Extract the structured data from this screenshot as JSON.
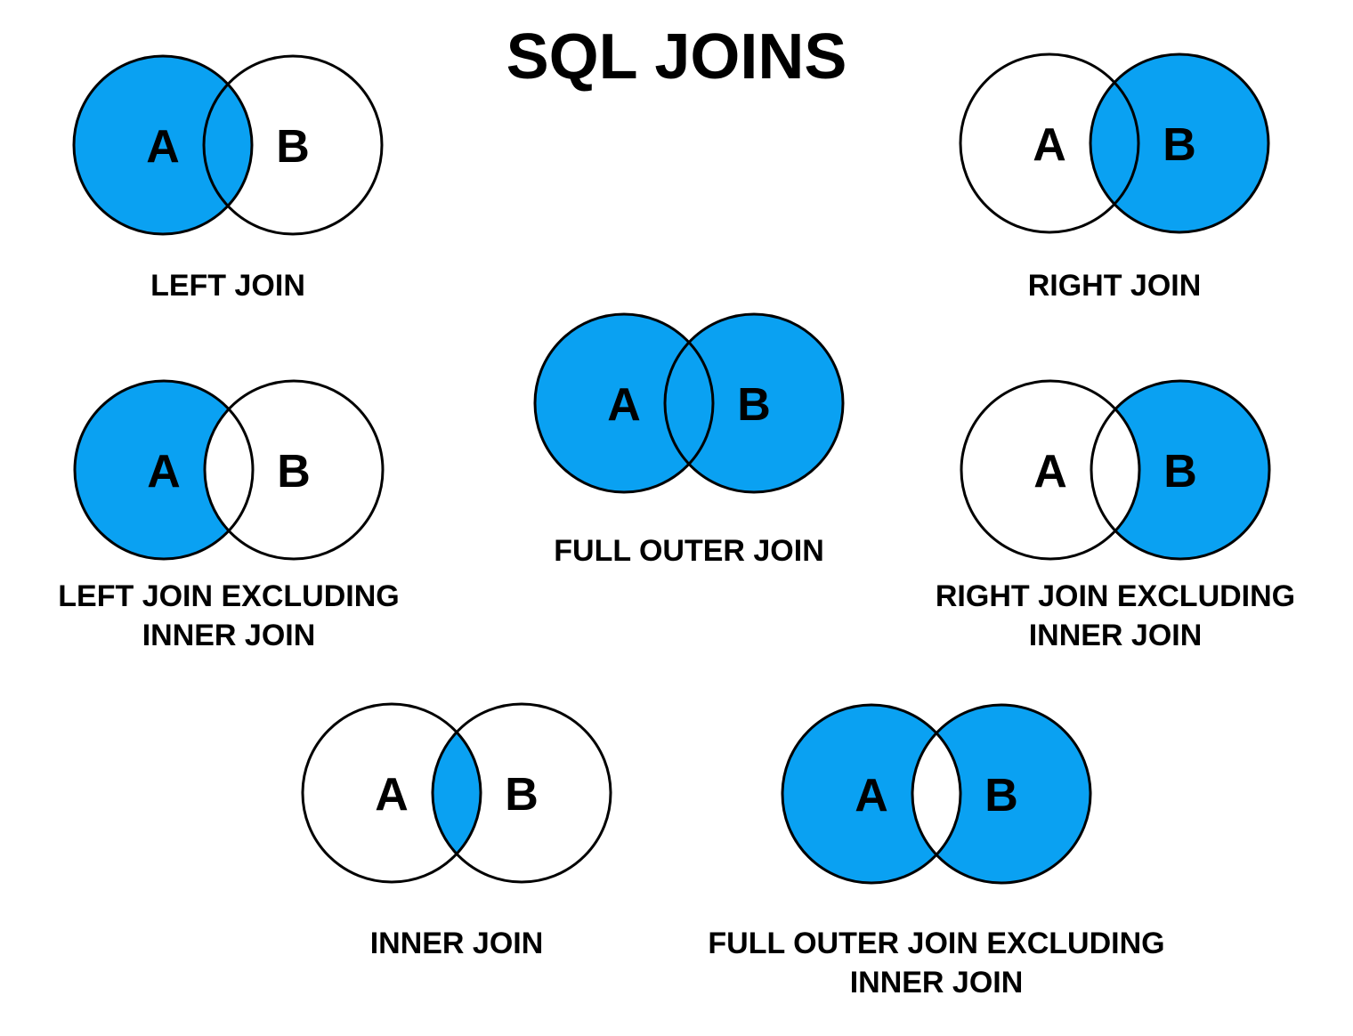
{
  "title": "SQL JOINS",
  "colors": {
    "background": "#FFFFFF",
    "fill": "#0AA1F2",
    "empty": "#FFFFFF",
    "stroke": "#000000",
    "text": "#000000"
  },
  "circle_labels": {
    "a": "A",
    "b": "B"
  },
  "joins": [
    {
      "name": "LEFT JOIN",
      "label_lines": [
        "LEFT JOIN"
      ],
      "regions": {
        "a": "filled",
        "b": "empty",
        "intersection": "filled"
      }
    },
    {
      "name": "RIGHT JOIN",
      "label_lines": [
        "RIGHT JOIN"
      ],
      "regions": {
        "a": "empty",
        "b": "filled",
        "intersection": "filled"
      }
    },
    {
      "name": "LEFT JOIN EXCLUDING INNER JOIN",
      "label_lines": [
        "LEFT JOIN EXCLUDING",
        "INNER JOIN"
      ],
      "regions": {
        "a": "filled",
        "b": "empty",
        "intersection": "empty"
      }
    },
    {
      "name": "FULL OUTER JOIN",
      "label_lines": [
        "FULL OUTER JOIN"
      ],
      "regions": {
        "a": "filled",
        "b": "filled",
        "intersection": "filled"
      }
    },
    {
      "name": "RIGHT JOIN EXCLUDING INNER JOIN",
      "label_lines": [
        "RIGHT JOIN EXCLUDING",
        "INNER JOIN"
      ],
      "regions": {
        "a": "empty",
        "b": "filled",
        "intersection": "empty"
      }
    },
    {
      "name": "INNER JOIN",
      "label_lines": [
        "INNER JOIN"
      ],
      "regions": {
        "a": "empty",
        "b": "empty",
        "intersection": "filled"
      }
    },
    {
      "name": "FULL OUTER JOIN EXCLUDING INNER JOIN",
      "label_lines": [
        "FULL OUTER JOIN EXCLUDING",
        "INNER JOIN"
      ],
      "regions": {
        "a": "filled",
        "b": "filled",
        "intersection": "empty"
      }
    }
  ]
}
